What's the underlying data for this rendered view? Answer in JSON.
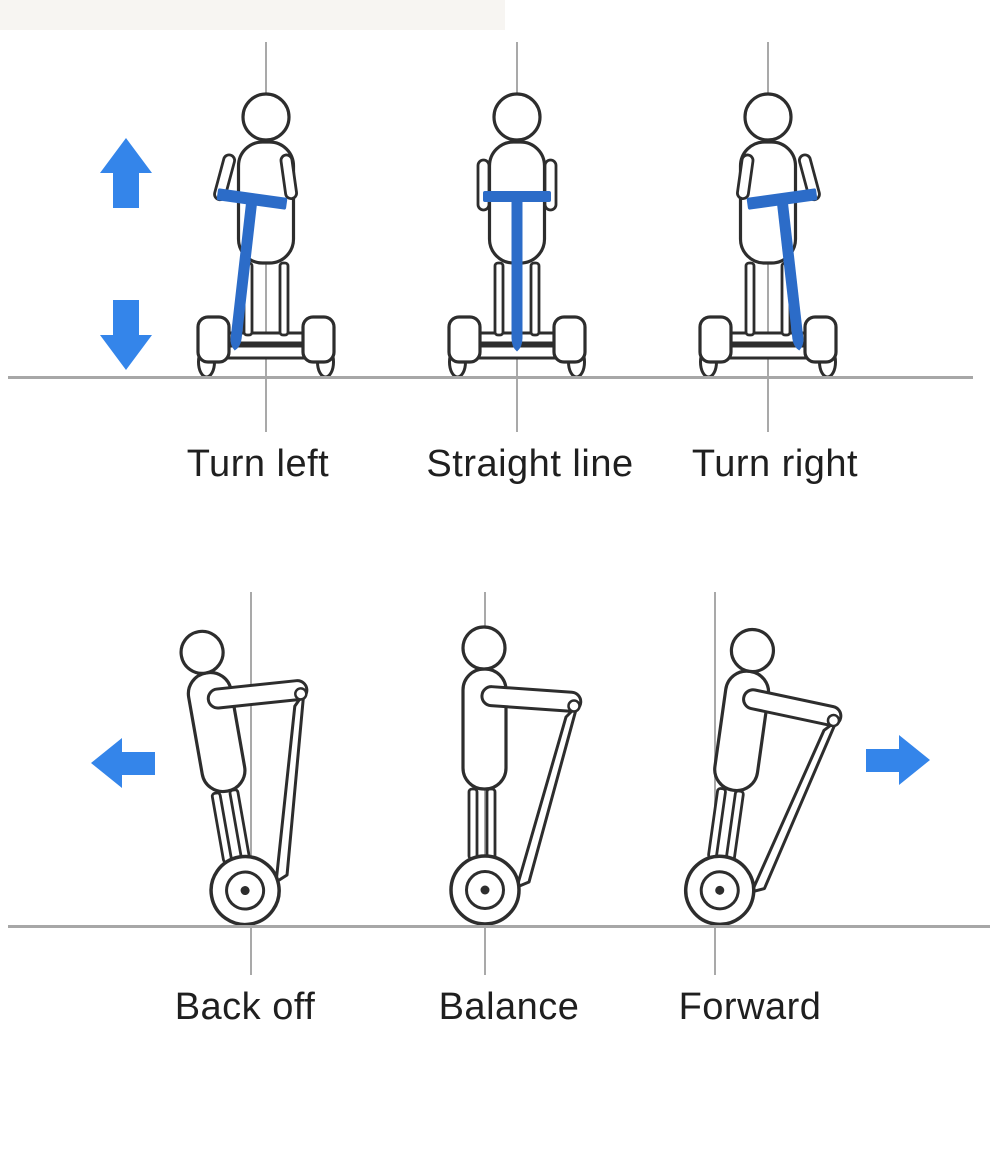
{
  "image_type": "instructional-diagram",
  "subject": "self-balancing scooter riding instructions",
  "colors": {
    "accent_blue": "#3485ea",
    "handlebar_blue": "#2c6cc8",
    "outline": "#2d2d2d",
    "guide_line": "#9a9a9a",
    "ground_line": "#a7a7a7",
    "label_text": "#1f1f1f",
    "top_strip": "#f7f5f2"
  },
  "sections": {
    "front_view": {
      "arrows": [
        {
          "icon": "up-arrow-icon",
          "direction": "up"
        },
        {
          "icon": "down-arrow-icon",
          "direction": "down"
        }
      ],
      "figures": [
        {
          "label": "Turn left"
        },
        {
          "label": "Straight line"
        },
        {
          "label": "Turn right"
        }
      ]
    },
    "side_view": {
      "arrows": [
        {
          "icon": "left-arrow-icon",
          "direction": "left"
        },
        {
          "icon": "right-arrow-icon",
          "direction": "right"
        }
      ],
      "figures": [
        {
          "label": "Back off"
        },
        {
          "label": "Balance"
        },
        {
          "label": "Forward"
        }
      ]
    }
  }
}
